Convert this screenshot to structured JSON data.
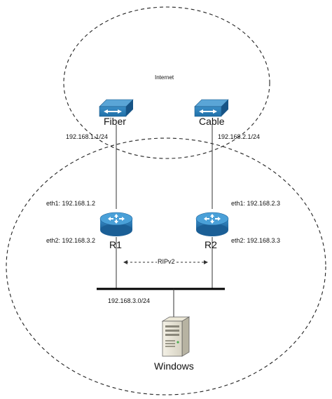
{
  "internet": {
    "label": "Internet"
  },
  "isps": [
    {
      "name": "Fiber",
      "subnet": "192.168.1.1/24"
    },
    {
      "name": "Cable",
      "subnet": "192.168.2.1/24"
    }
  ],
  "routers": [
    {
      "name": "R1",
      "eth1": "eth1: 192.168.1.2",
      "eth2": "eth2: 192.168.3.2"
    },
    {
      "name": "R2",
      "eth1": "eth1: 192.168.2.3",
      "eth2": "eth2: 192.168.3.3"
    }
  ],
  "protocol": {
    "label": "RIPv2"
  },
  "lan": {
    "subnet": "192.168.3.0/24"
  },
  "host": {
    "name": "Windows"
  },
  "icons": {
    "switch": "switch-icon",
    "router": "router-icon",
    "server": "server-icon"
  }
}
